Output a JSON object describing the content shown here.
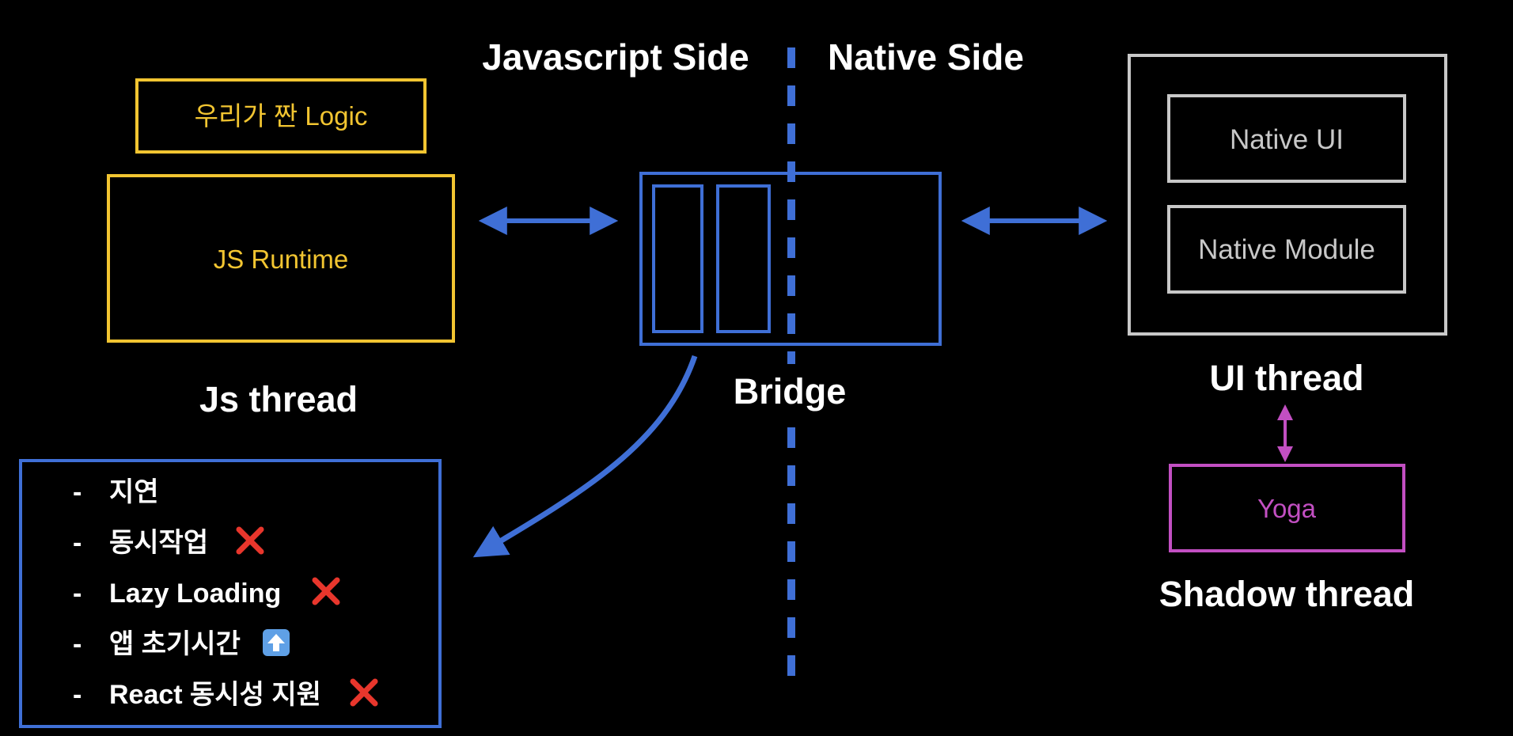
{
  "header": {
    "js_side": "Javascript Side",
    "native_side": "Native Side"
  },
  "js": {
    "logic_label": "우리가 짠 Logic",
    "runtime_label": "JS Runtime",
    "thread_label": "Js thread"
  },
  "bridge": {
    "label": "Bridge"
  },
  "ui": {
    "native_ui_label": "Native UI",
    "native_module_label": "Native Module",
    "thread_label": "UI thread"
  },
  "shadow": {
    "yoga_label": "Yoga",
    "thread_label": "Shadow thread"
  },
  "issues": {
    "bullet": "-",
    "items": [
      {
        "text": "지연",
        "marker": ""
      },
      {
        "text": "동시작업",
        "marker": "x-mark-icon"
      },
      {
        "text": "Lazy Loading",
        "marker": "x-mark-icon"
      },
      {
        "text": "앱 초기시간",
        "marker": "up-arrow-icon"
      },
      {
        "text": "React 동시성 지원",
        "marker": "x-mark-icon"
      }
    ]
  },
  "colors": {
    "background": "#000000",
    "js_yellow": "#f2c531",
    "bridge_blue": "#3f6fd6",
    "native_gray": "#c8c8c8",
    "yoga_purple": "#c24fc2",
    "x_red": "#e8362c",
    "up_arrow_blue": "#5fa0e6"
  }
}
